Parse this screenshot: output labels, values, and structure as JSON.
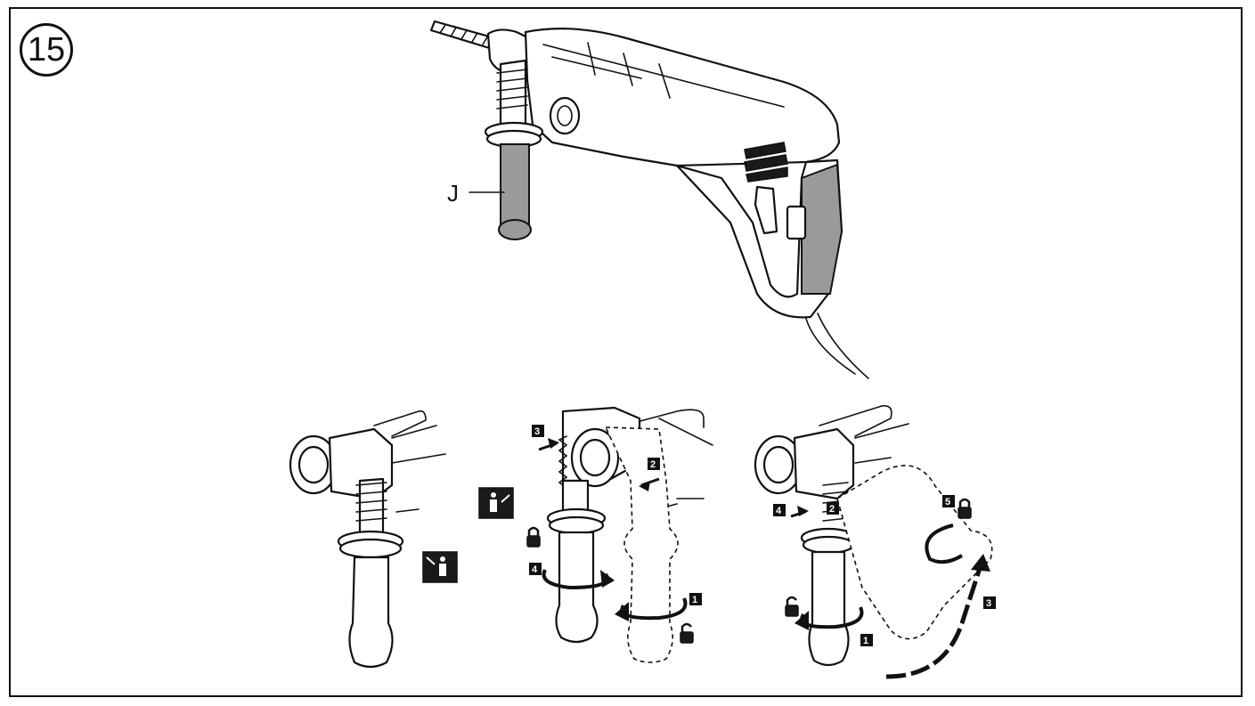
{
  "figure": {
    "number": "15"
  },
  "labels": {
    "handle": "J"
  },
  "colors": {
    "line": "#111111",
    "handle_grey": "#9a9a9a",
    "background": "#ffffff"
  },
  "icons": [
    "drill-icon",
    "side-handle-icon",
    "lock-closed-icon",
    "lock-open-icon",
    "rotate-arrow-icon",
    "person-push-icon",
    "person-pull-icon"
  ],
  "panels": {
    "mid": {
      "steps": [
        "3",
        "2",
        "4",
        "1"
      ]
    },
    "right": {
      "steps": [
        "4",
        "2",
        "5",
        "3",
        "1"
      ]
    }
  }
}
